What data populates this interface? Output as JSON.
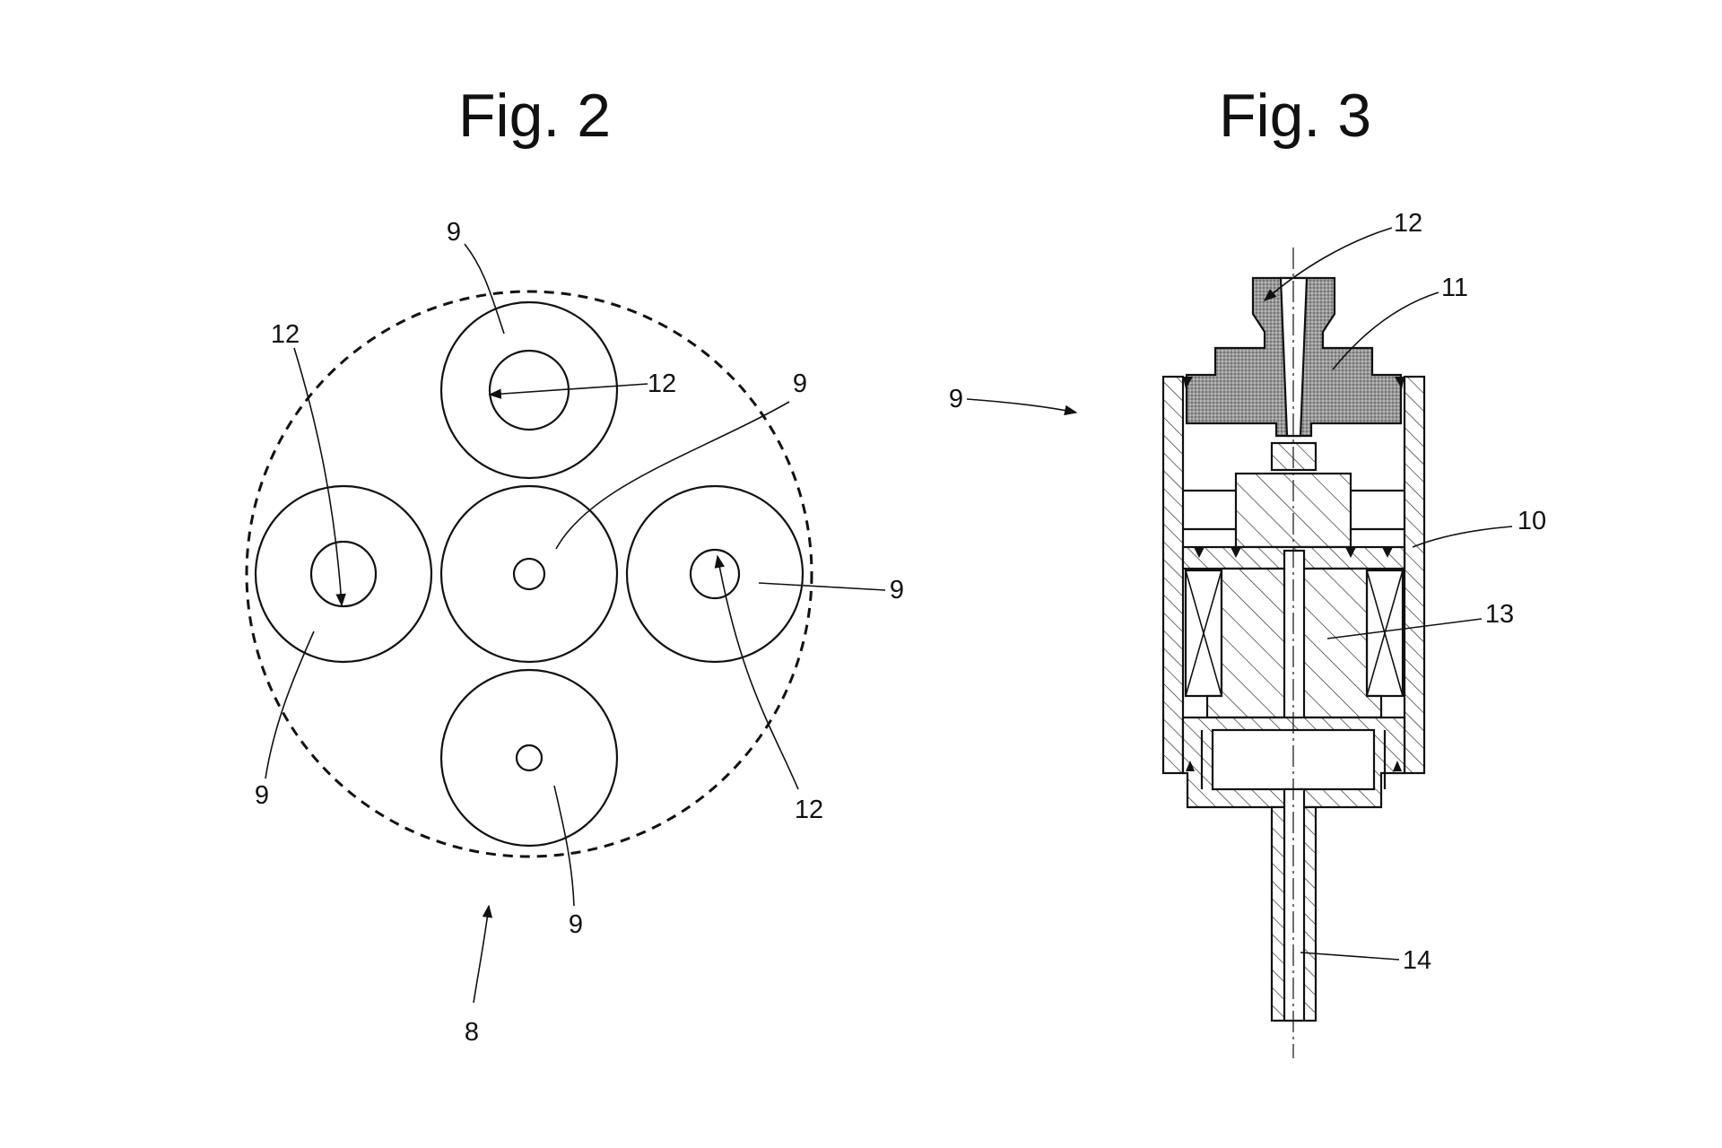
{
  "fig2": {
    "title": "Fig. 2",
    "labels": {
      "top_9": "9",
      "left_12": "12",
      "top_12": "12",
      "center_9": "9",
      "right_9": "9",
      "left_9": "9",
      "bottom_9": "9",
      "right_12": "12",
      "assembly_8": "8"
    }
  },
  "fig3": {
    "title": "Fig. 3",
    "labels": {
      "ref_12": "12",
      "ref_11": "11",
      "ref_9": "9",
      "ref_10": "10",
      "ref_13": "13",
      "ref_14": "14"
    }
  }
}
